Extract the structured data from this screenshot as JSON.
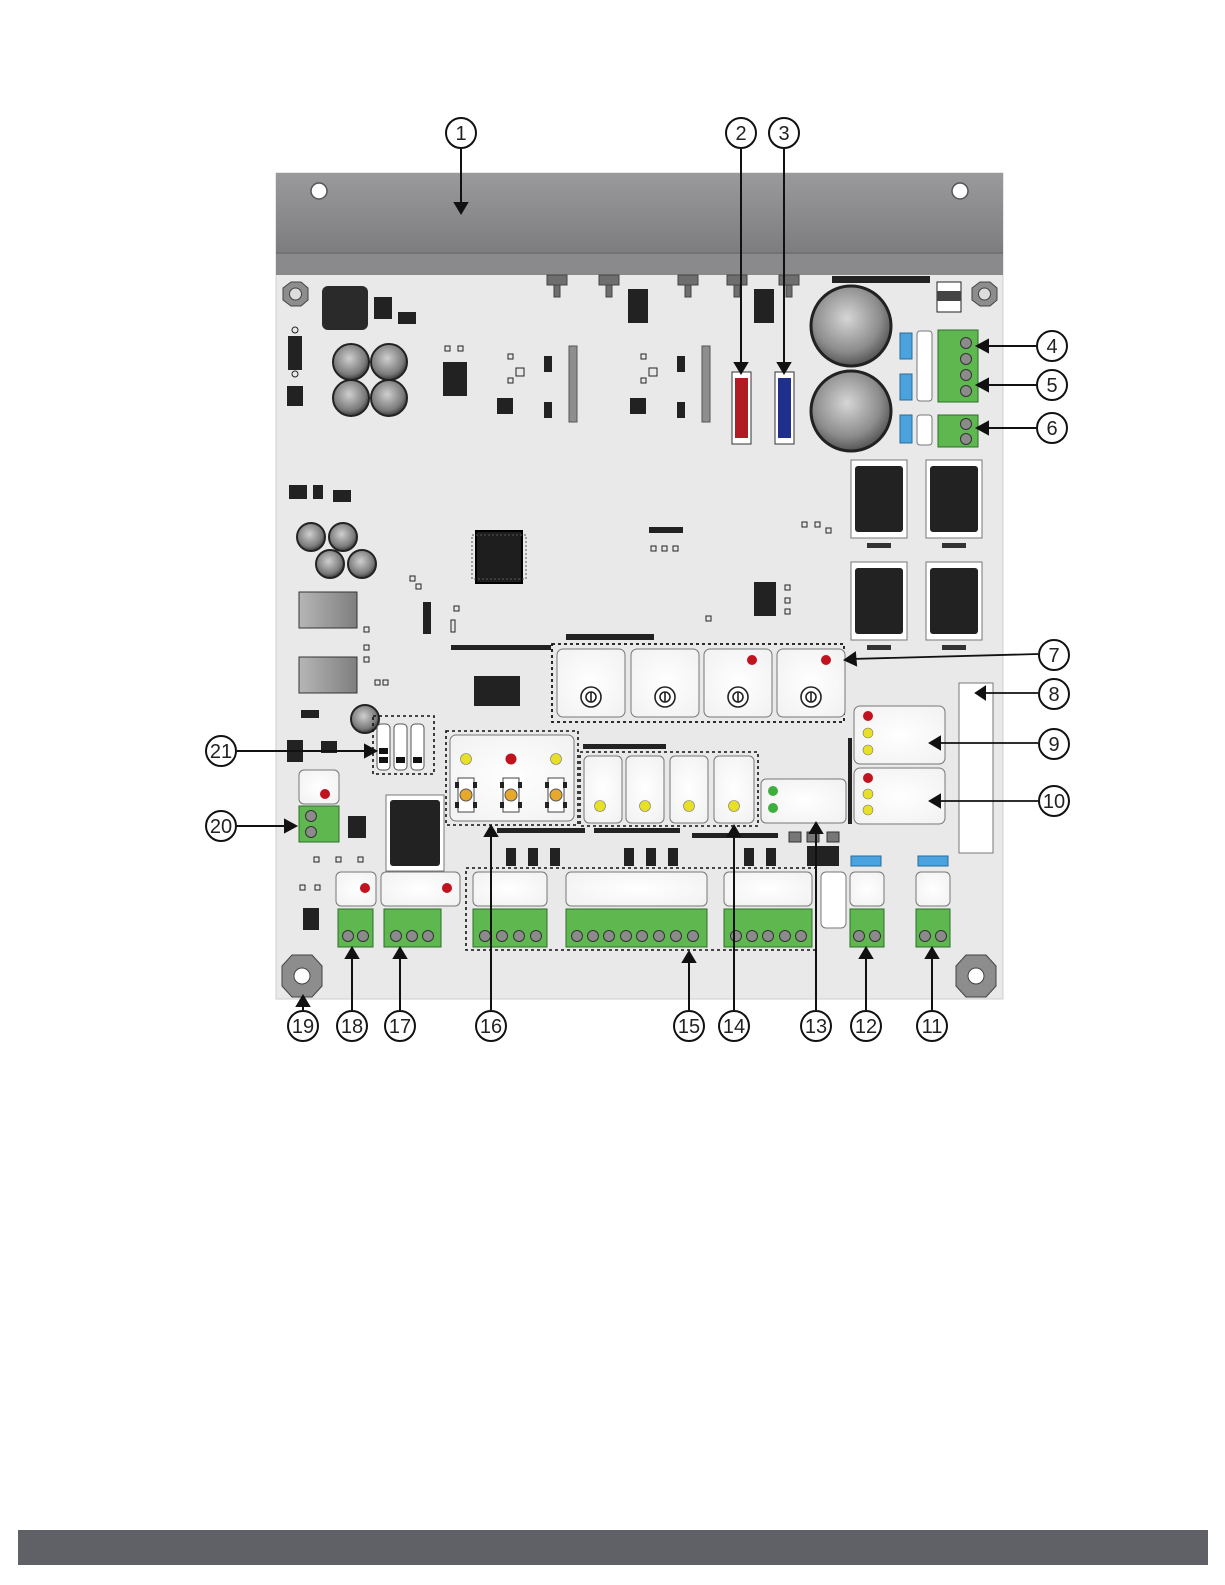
{
  "callouts": [
    {
      "id": "c1",
      "label": "1"
    },
    {
      "id": "c2",
      "label": "2"
    },
    {
      "id": "c3",
      "label": "3"
    },
    {
      "id": "c4",
      "label": "4"
    },
    {
      "id": "c5",
      "label": "5"
    },
    {
      "id": "c6",
      "label": "6"
    },
    {
      "id": "c7",
      "label": "7"
    },
    {
      "id": "c8",
      "label": "8"
    },
    {
      "id": "c9",
      "label": "9"
    },
    {
      "id": "c10",
      "label": "10"
    },
    {
      "id": "c11",
      "label": "11"
    },
    {
      "id": "c12",
      "label": "12"
    },
    {
      "id": "c13",
      "label": "13"
    },
    {
      "id": "c14",
      "label": "14"
    },
    {
      "id": "c15",
      "label": "15"
    },
    {
      "id": "c16",
      "label": "16"
    },
    {
      "id": "c17",
      "label": "17"
    },
    {
      "id": "c18",
      "label": "18"
    },
    {
      "id": "c19",
      "label": "19"
    },
    {
      "id": "c20",
      "label": "20"
    },
    {
      "id": "c21",
      "label": "21"
    }
  ],
  "colors": {
    "board": "#e9e9ea",
    "heatsink": "#8e8e90",
    "terminal_green": "#5fb84f",
    "led_red": "#c1121f",
    "led_yellow": "#e8df27",
    "led_green": "#3fae3f",
    "fuse_red": "#b01c22",
    "fuse_blue": "#1f2f8c",
    "switch_blue": "#4aa3df",
    "footer": "#606166"
  }
}
